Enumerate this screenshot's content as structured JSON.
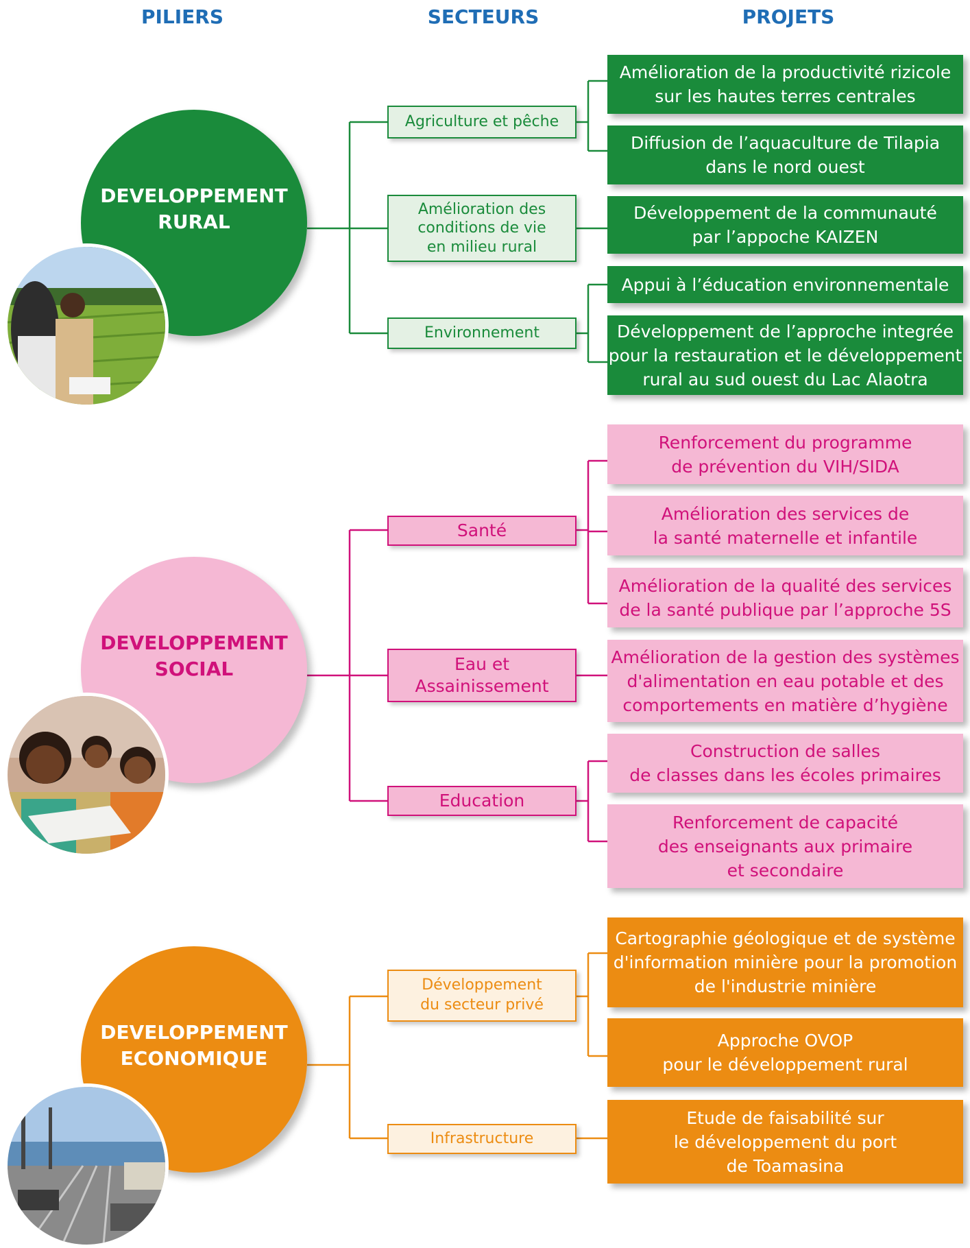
{
  "headers": {
    "piliers": "PILIERS",
    "secteurs": "SECTEURS",
    "projets": "PROJETS"
  },
  "colors": {
    "rural": "#1a8b3b",
    "social_text": "#d0117a",
    "social_fill": "#f5b8d4",
    "economic": "#ec8c12",
    "header": "#1f6db5"
  },
  "rural": {
    "pillar": "DEVELOPPEMENT\nRURAL",
    "sectors": {
      "agriculture": "Agriculture et pêche",
      "conditions": "Amélioration des\nconditions de vie\nen milieu rural",
      "environnement": "Environnement"
    },
    "projects": {
      "riz": "Amélioration de la productivité rizicole\nsur les hautes terres centrales",
      "tilapia": "Diffusion de l’aquaculture de Tilapia\ndans le nord ouest",
      "kaizen": "Développement de la communauté\npar l’appoche KAIZEN",
      "education_env": "Appui à l’éducation environnementale",
      "alaotra": "Développement de l’approche integrée\npour la restauration et le développement\nrural au sud ouest du Lac Alaotra"
    }
  },
  "social": {
    "pillar": "DEVELOPPEMENT\nSOCIAL",
    "sectors": {
      "sante": "Santé",
      "eau": "Eau et\nAssainissement",
      "education": "Education"
    },
    "projects": {
      "vih": "Renforcement du programme\nde prévention du VIH/SIDA",
      "maternelle": "Amélioration des services de\nla santé maternelle et infantile",
      "approche5s": "Amélioration de la qualité des services\nde la santé publique par l’approche 5S",
      "eau_potable": "Amélioration de la gestion des systèmes\nd'alimentation en eau potable et des\ncomportements en matière d’hygiène",
      "salles": "Construction de salles\nde classes dans les écoles primaires",
      "enseignants": "Renforcement de capacité\ndes enseignants aux primaire\net secondaire"
    }
  },
  "economic": {
    "pillar": "DEVELOPPEMENT\nECONOMIQUE",
    "sectors": {
      "prive": "Développement\ndu secteur privé",
      "infrastructure": "Infrastructure"
    },
    "projects": {
      "cartographie": "Cartographie géologique et de système\nd'information minière pour la promotion\nde l'industrie minière",
      "ovop": "Approche OVOP\npour le développement rural",
      "toamasina": "Etude de faisabilité sur\nle développement du port\nde Toamasina"
    }
  }
}
